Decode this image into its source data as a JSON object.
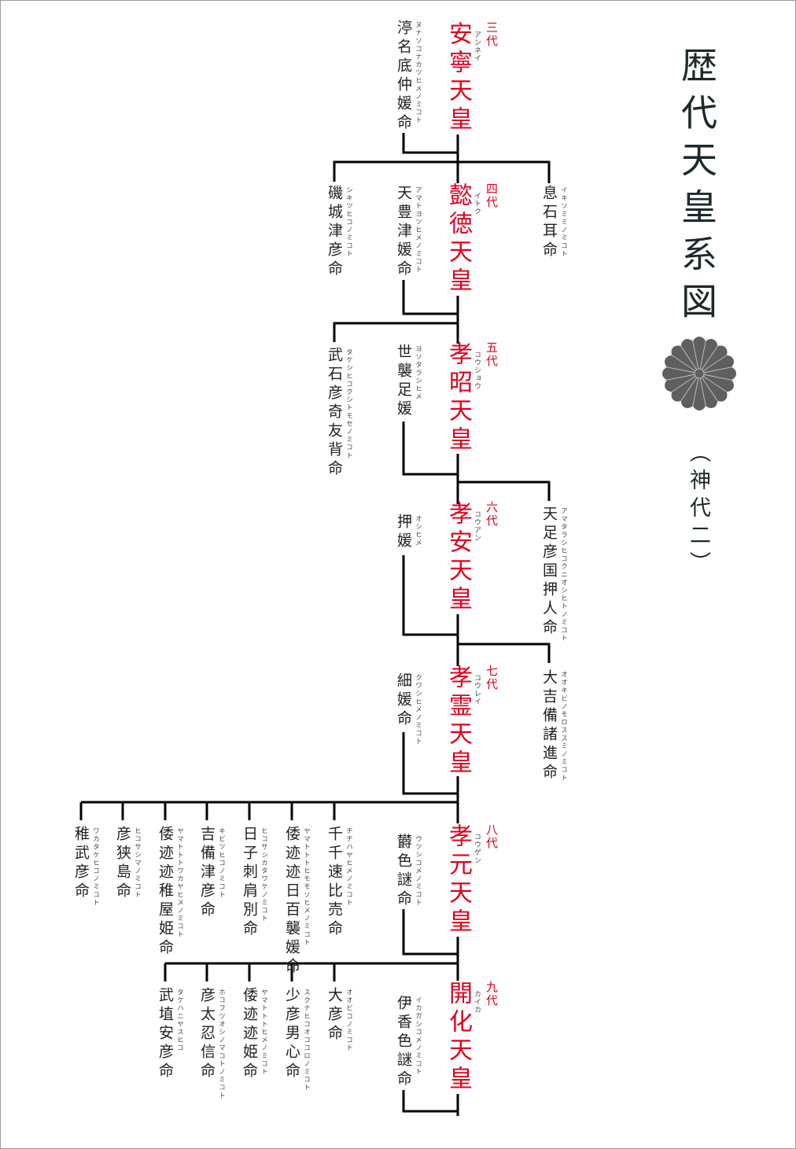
{
  "title": "歴代天皇系図",
  "subtitle": "（神代二）",
  "emblem": "chrysanthemum-icon",
  "colors": {
    "emperor": "#e1001a",
    "text": "#222222",
    "emblem": "#5f5f5f",
    "line": "#000000"
  },
  "emperors": [
    {
      "generation": "三代",
      "name": "安寧天皇",
      "reading": "アンネイ"
    },
    {
      "generation": "四代",
      "name": "懿徳天皇",
      "reading": "イトク"
    },
    {
      "generation": "五代",
      "name": "孝昭天皇",
      "reading": "コウショウ"
    },
    {
      "generation": "六代",
      "name": "孝安天皇",
      "reading": "コウアン"
    },
    {
      "generation": "七代",
      "name": "孝霊天皇",
      "reading": "コウレイ"
    },
    {
      "generation": "八代",
      "name": "孝元天皇",
      "reading": "コウゲン"
    },
    {
      "generation": "九代",
      "name": "開化天皇",
      "reading": "カイカ"
    }
  ],
  "persons": [
    {
      "name": "渟名底仲媛命",
      "reading": "ヌナソコナカツヒメノミコト"
    },
    {
      "name": "息石耳命",
      "reading": "イキソミミノミコト"
    },
    {
      "name": "天豊津媛命",
      "reading": "アマトヨツヒメノミコト"
    },
    {
      "name": "磯城津彦命",
      "reading": "シキツヒコノミコト"
    },
    {
      "name": "世襲足媛",
      "reading": "ヨソタラシヒメ"
    },
    {
      "name": "武石彦奇友背命",
      "reading": "タケシヒコクシトモセノミコト"
    },
    {
      "name": "押媛",
      "reading": "オシヒメ"
    },
    {
      "name": "天足彦国押人命",
      "reading": "アマタラシヒコクニオシヒトノミコト"
    },
    {
      "name": "細媛命",
      "reading": "クワシヒメノミコト"
    },
    {
      "name": "大吉備諸進命",
      "reading": "オオキビノモロススミノミコト"
    },
    {
      "name": "欝色謎命",
      "reading": "ウツシコメノミコト"
    },
    {
      "name": "千千速比売命",
      "reading": "チチハヤヒメノミコト"
    },
    {
      "name": "倭迹迹日百襲媛命",
      "reading": "ヤマトトトヒモモソヒメノミコト"
    },
    {
      "name": "日子刺肩別命",
      "reading": "ヒコサシカタワケノミコト"
    },
    {
      "name": "吉備津彦命",
      "reading": "キビツヒコノミコト"
    },
    {
      "name": "倭迹迹稚屋姫命",
      "reading": "ヤマトトトワカヤヒメノミコト"
    },
    {
      "name": "彦狭島命",
      "reading": "ヒコサシマノミコト"
    },
    {
      "name": "稚武彦命",
      "reading": "ワカタケヒコノミコト"
    },
    {
      "name": "伊香色謎命",
      "reading": "イカガシコメノミコト"
    },
    {
      "name": "大彦命",
      "reading": "オオビコノミコト"
    },
    {
      "name": "少彦男心命",
      "reading": "スクナヒコオココロノミコト"
    },
    {
      "name": "倭迹迹姫命",
      "reading": "ヤマトトトヒメノミコト"
    },
    {
      "name": "彦太忍信命",
      "reading": "ホコフツオシノマコトノミコト"
    },
    {
      "name": "武埴安彦命",
      "reading": "タケハニヤスヒコ"
    }
  ]
}
